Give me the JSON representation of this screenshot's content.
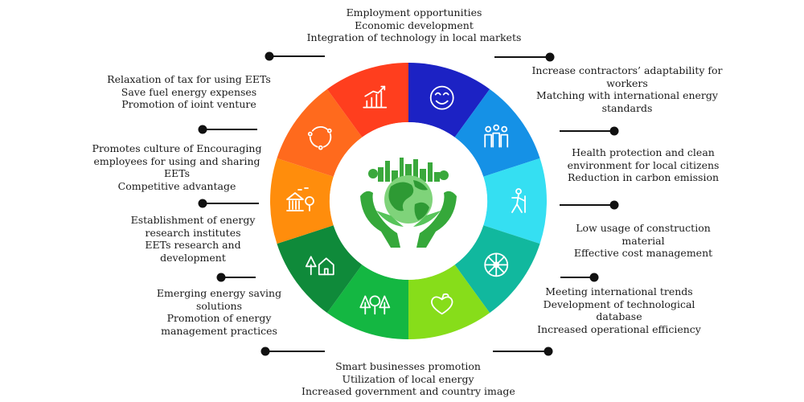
{
  "segment_colors": [
    "#1c22c4",
    "#1591e6",
    "#35dff2",
    "#11b89e",
    "#87dd1a",
    "#14b742",
    "#0f8a3a",
    "#ff8d0c",
    "#ff6a1d",
    "#ff3e1e"
  ],
  "center_icon": "green-earth-in-hands-icon",
  "segments": [
    {
      "icon": "smiley-face-icon",
      "lines": [
        "Employment opportunities",
        "Economic development",
        "Integration of technology in local markets"
      ]
    },
    {
      "icon": "people-group-icon",
      "lines": [
        "Increase contractors’ adaptability for",
        "workers",
        "Matching with international energy",
        "standards"
      ]
    },
    {
      "icon": "health-person-icon",
      "lines": [
        "Health protection and clean",
        "environment for local citizens",
        "Reduction in carbon emission"
      ]
    },
    {
      "icon": "hiker-icon",
      "lines": [
        "Low usage of construction",
        "material",
        "Effective cost management"
      ]
    },
    {
      "icon": "wheel-icon",
      "lines": [
        "Meeting international trends",
        "Development of technological",
        "database",
        "Increased operational efficiency"
      ]
    },
    {
      "icon": "apple-heart-icon",
      "lines": [
        "Smart businesses promotion",
        "Utilization of local energy",
        "Increased government and country image"
      ]
    },
    {
      "icon": "trees-icon",
      "lines": [
        "Emerging energy saving",
        "solutions",
        "Promotion of energy",
        "management practices"
      ]
    },
    {
      "icon": "tree-house-icon",
      "lines": [
        "Establishment of energy",
        "research institutes",
        "EETs research and",
        "development"
      ]
    },
    {
      "icon": "institution-tree-icon",
      "lines": [
        "Promotes culture of Encouraging",
        "employees for using and sharing",
        "EETs",
        "Competitive advantage"
      ]
    },
    {
      "icon": "recycle-arrows-icon",
      "lines": [
        "Relaxation of tax for using EETs",
        "Save fuel energy expenses",
        "Promotion of ioint venture"
      ]
    },
    {
      "icon": "growth-chart-icon",
      "lines": []
    }
  ]
}
